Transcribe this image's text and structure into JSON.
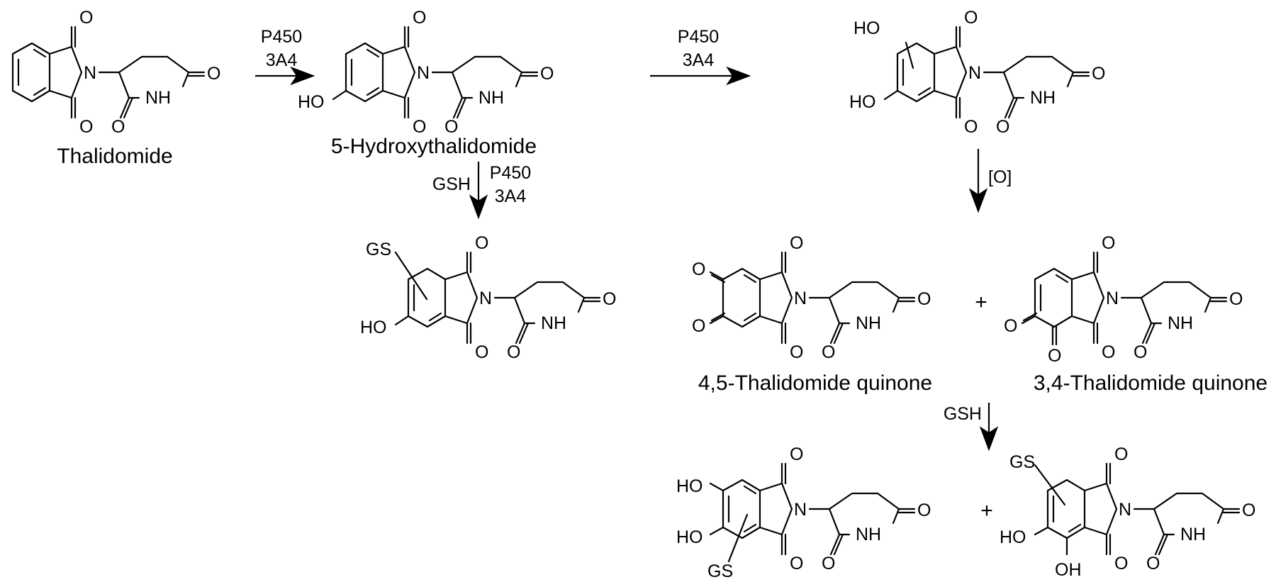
{
  "colors": {
    "ink": "#000000",
    "background": "#ffffff"
  },
  "compounds": {
    "thalidomide": {
      "name": "Thalidomide"
    },
    "hydroxy5": {
      "name": "5-Hydroxythalidomide"
    },
    "quinone45": {
      "name": "4,5-Thalidomide quinone"
    },
    "quinone34": {
      "name": "3,4-Thalidomide quinone"
    }
  },
  "arrows": {
    "a1": {
      "line1": "P450",
      "line2": "3A4"
    },
    "a2": {
      "line1": "P450",
      "line2": "3A4"
    },
    "a3": {
      "left": "GSH",
      "line1": "P450",
      "line2": "3A4"
    },
    "a4": {
      "label": "[O]"
    },
    "a5": {
      "label": "GSH"
    }
  },
  "symbols": {
    "plus": "+",
    "O": "O",
    "N": "N",
    "NH": "NH",
    "HO": "HO",
    "OH": "OH",
    "GS": "GS"
  }
}
